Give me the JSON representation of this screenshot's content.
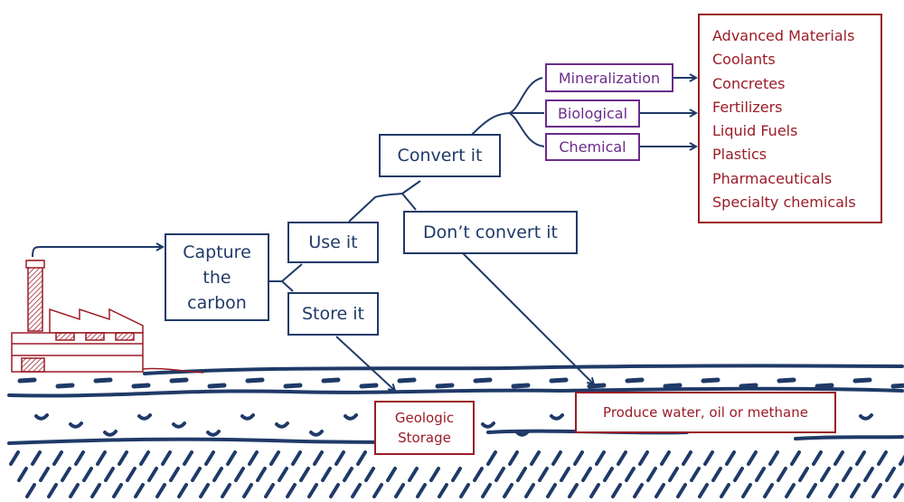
{
  "colors": {
    "navy": "#1f3a68",
    "purple": "#6a2c8a",
    "red": "#9b1c26"
  },
  "nodes": {
    "capture": "Capture\nthe\ncarbon",
    "use": "Use it",
    "store": "Store it",
    "convert": "Convert it",
    "dont_convert": "Don’t convert it",
    "mineralization": "Mineralization",
    "biological": "Biological",
    "chemical": "Chemical",
    "geologic_storage": "Geologic\nStorage",
    "produce": "Produce water, oil or methane"
  },
  "products": [
    "Advanced Materials",
    "Coolants",
    "Concretes",
    "Fertilizers",
    "Liquid Fuels",
    "Plastics",
    "Pharmaceuticals",
    "Specialty chemicals"
  ],
  "illustrations": {
    "source": "factory-icon",
    "ground": "geologic-layers"
  }
}
